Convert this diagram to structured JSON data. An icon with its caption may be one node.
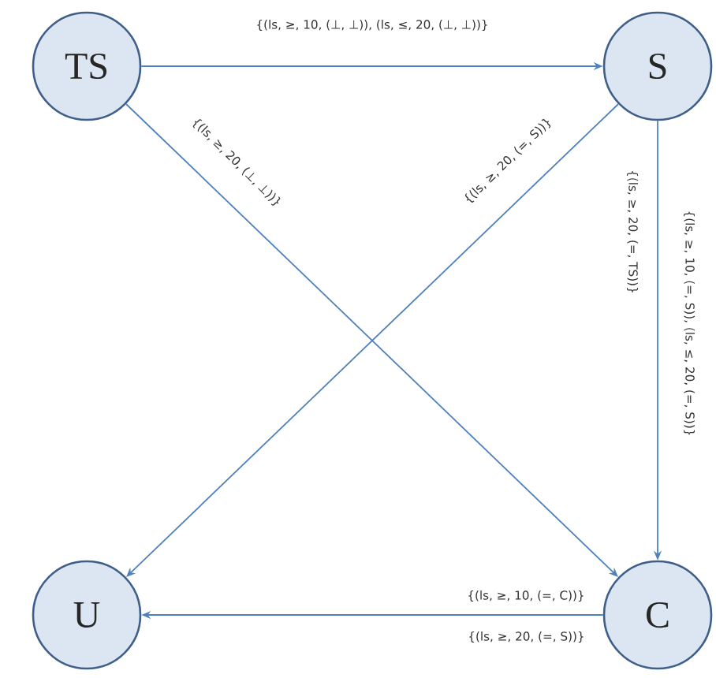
{
  "diagram": {
    "nodes": [
      {
        "text": [
          "TS"
        ]
      },
      {
        "text": [
          "S"
        ]
      },
      {
        "text": [
          "U"
        ]
      },
      {
        "text": [
          "C"
        ]
      }
    ],
    "edges": [
      {
        "from": 0,
        "to": 1,
        "arrow": "to",
        "label": "{(ls,  ≥, 10, (⊥, ⊥)), (ls, ≤, 20, (⊥, ⊥))}"
      },
      {
        "from": 0,
        "to": 3,
        "arrow": "to",
        "label": "{(ls, ≥, 20, (⊥, ⊥))}"
      },
      {
        "from": 1,
        "to": 2,
        "arrow": "to",
        "label": "{(ls, ≥, 20, (=, S))}"
      },
      {
        "from": 1,
        "to": 3,
        "arrow": "to",
        "label": "{(ls, ≥, 20, (=, TS))}"
      },
      {
        "from": 3,
        "to": 2,
        "arrow": "to",
        "label": "{(ls,  ≥, 10, (=, C))}"
      }
    ],
    "labels": [
      "{(ls, ≥, 10, (=, S)), (ls, ≤, 20, (=, S))}",
      "{(ls,  ≥, 20, (=, S))}"
    ]
  }
}
